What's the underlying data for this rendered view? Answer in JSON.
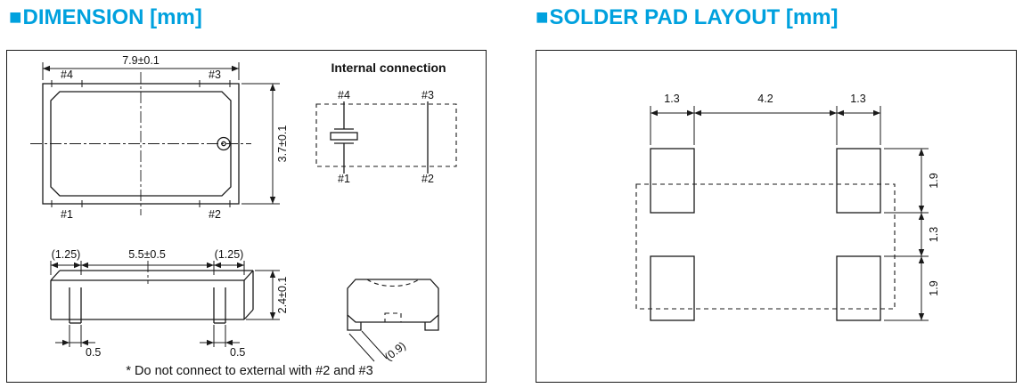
{
  "colors": {
    "heading": "#00a1de",
    "line": "#1a1a1a"
  },
  "dimension_panel": {
    "marker_icon": "■",
    "title": "DIMENSION [mm]",
    "top_view": {
      "width_dim": "7.9±0.1",
      "height_dim": "3.7±0.1",
      "pads": {
        "p4": "#4",
        "p3": "#3",
        "p1": "#1",
        "p2": "#2"
      }
    },
    "internal_connection": {
      "title": "Internal connection",
      "pads": {
        "p4": "#4",
        "p3": "#3",
        "p1": "#1",
        "p2": "#2"
      }
    },
    "side_view": {
      "left_dim": "(1.25)",
      "span_dim": "5.5±0.5",
      "right_dim": "(1.25)",
      "height_dim": "2.4±0.1",
      "pad_left_dim": "0.5",
      "pad_right_dim": "0.5"
    },
    "end_view": {
      "pad_dim": "(0.9)"
    },
    "note": "* Do not connect to external with #2 and #3"
  },
  "solder_pad_panel": {
    "marker_icon": "■",
    "title": "SOLDER PAD LAYOUT [mm]",
    "horizontal_dims": {
      "left_pad": "1.3",
      "gap": "4.2",
      "right_pad": "1.3"
    },
    "vertical_dims": {
      "top_pad": "1.9",
      "gap": "1.3",
      "bottom_pad": "1.9"
    }
  }
}
